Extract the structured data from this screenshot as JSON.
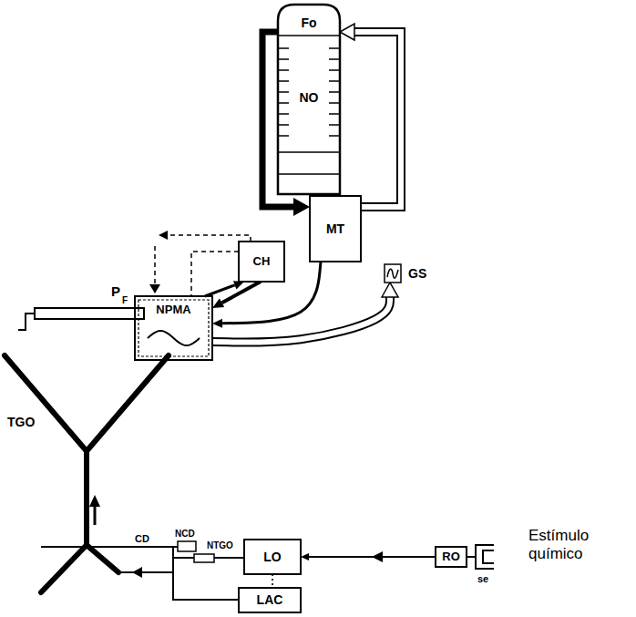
{
  "diagram": {
    "nodes": [
      {
        "text": [
          "Fo",
          "NO"
        ]
      },
      {
        "text": [
          "MT"
        ]
      },
      {
        "text": [
          "CH"
        ]
      },
      {
        "text": [
          "GS"
        ]
      },
      {
        "text": [
          "NPMA"
        ]
      },
      {
        "text": [
          "NCD"
        ]
      },
      {
        "text": [
          "NTGO"
        ]
      },
      {
        "text": [
          "LO"
        ]
      },
      {
        "text": [
          "LAC"
        ]
      },
      {
        "text": [
          "RO",
          "se"
        ]
      }
    ],
    "edges": [
      {
        "from": 0,
        "to": 1,
        "arrow": "to"
      },
      {
        "from": 1,
        "to": 0,
        "arrow": "to"
      },
      {
        "from": 4,
        "to": 2,
        "arrow": "to"
      },
      {
        "from": 2,
        "to": 4,
        "arrow": "to"
      },
      {
        "from": 1,
        "to": 4,
        "arrow": "to"
      },
      {
        "from": 4,
        "to": 3,
        "arrow": "to"
      },
      {
        "from": 9,
        "to": 7,
        "arrow": "to"
      },
      {
        "from": 7,
        "to": 8,
        "arrow": "none"
      }
    ],
    "labels": [
      "P",
      "F",
      "TGO",
      "CD",
      "Estímulo químico"
    ]
  }
}
